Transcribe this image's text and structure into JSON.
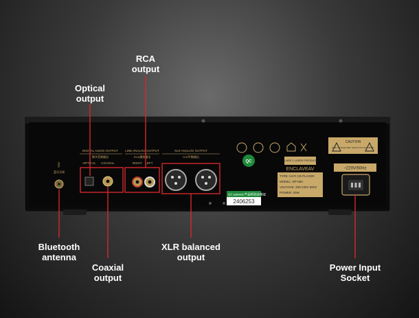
{
  "callouts": {
    "rca": [
      "RCA",
      "output"
    ],
    "optical": [
      "Optical",
      "output"
    ],
    "bluetooth": [
      "Bluetooth",
      "antenna"
    ],
    "coaxial": [
      "Coaxial",
      "output"
    ],
    "xlr": [
      "XLR balanced",
      "output"
    ],
    "power": [
      "Power Input",
      "Socket"
    ]
  },
  "panel": {
    "digital_header": "DIGITAL AUDIO OUTPUT",
    "digital_header_cn": "数字音频输出",
    "optical_label": "OPTICAL",
    "coaxial_label": "COAXIAL",
    "line_header": "LINE ANALOG OUTPUT",
    "line_header_cn": "RCA模拟输出",
    "right_label": "RIGHT",
    "left_label": "LEFT",
    "xlr_header": "XLR ANALOG OUTPUT",
    "xlr_header_cn": "XLR平衡输出",
    "bt_label": "蓝牙天线",
    "brand": "ENCLAVEAV",
    "laser": "CLASS 1\nLASER PRODUCT",
    "spec_type": "TYPE: HI-FI CD PLAYER",
    "spec_model": "MODEL: DP-560",
    "spec_voltage": "VOLTAGE: 200-240V 50Hz",
    "spec_power": "POWER: 20W",
    "serial": "2406253",
    "qc_label": "QC passed 产品检验合格证",
    "qc_badge": "QC",
    "caution": "CAUTION",
    "caution_text": "RISK OF ELECTRIC SHOCK DO NOT OPEN",
    "mains": "~220V/50Hz"
  },
  "colors": {
    "accent_red": "#d6282f",
    "panel_gold": "#c8a96a",
    "chassis": "#0c0c0c"
  }
}
